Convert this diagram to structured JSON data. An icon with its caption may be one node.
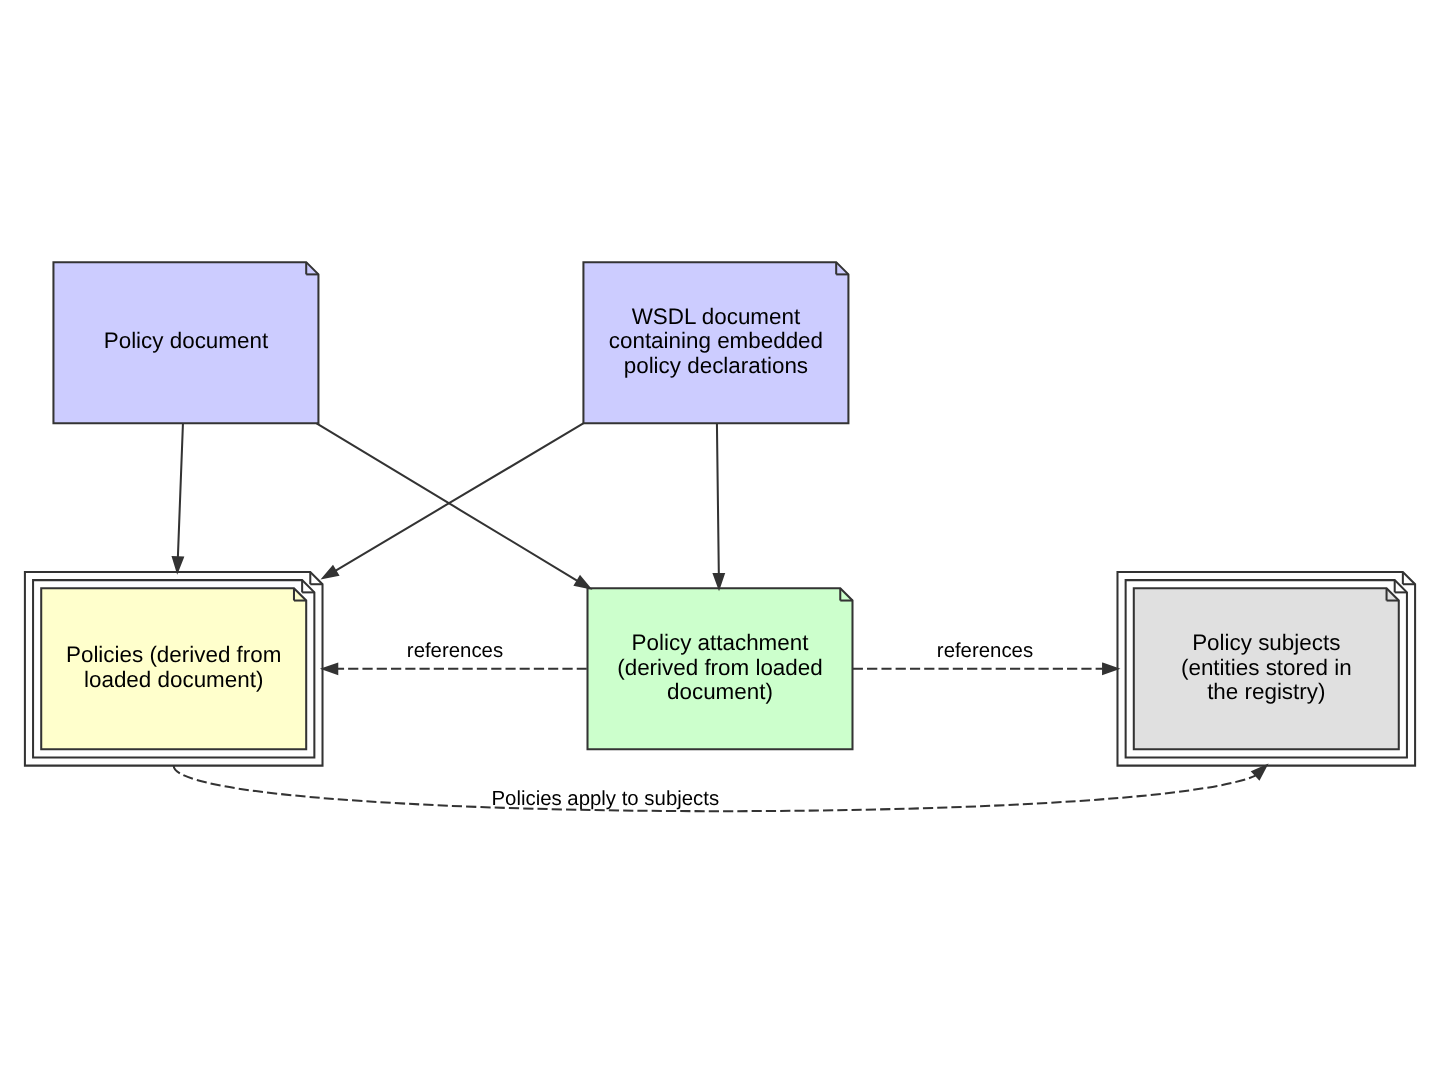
{
  "diagram": {
    "nodes": [
      {
        "text": [
          "Policy document"
        ]
      },
      {
        "text": [
          "WSDL document containing embedded policy declarations"
        ]
      },
      {
        "text": [
          "Policies (derived from loaded document)"
        ]
      },
      {
        "text": [
          "Policy attachment (derived from loaded document)"
        ]
      },
      {
        "text": [
          "Policy subjects (entities stored in the registry)"
        ]
      }
    ],
    "edges": [
      {
        "from": 0,
        "to": 2,
        "arrow": "to"
      },
      {
        "from": 0,
        "to": 3,
        "arrow": "to"
      },
      {
        "from": 1,
        "to": 2,
        "arrow": "to"
      },
      {
        "from": 1,
        "to": 3,
        "arrow": "to"
      },
      {
        "from": 3,
        "to": 2,
        "arrow": "to",
        "label": "references",
        "style": "dashed"
      },
      {
        "from": 3,
        "to": 4,
        "arrow": "to",
        "label": "references",
        "style": "dashed"
      },
      {
        "from": 2,
        "to": 4,
        "arrow": "to",
        "label": "Policies apply to subjects",
        "style": "dashed"
      }
    ]
  }
}
